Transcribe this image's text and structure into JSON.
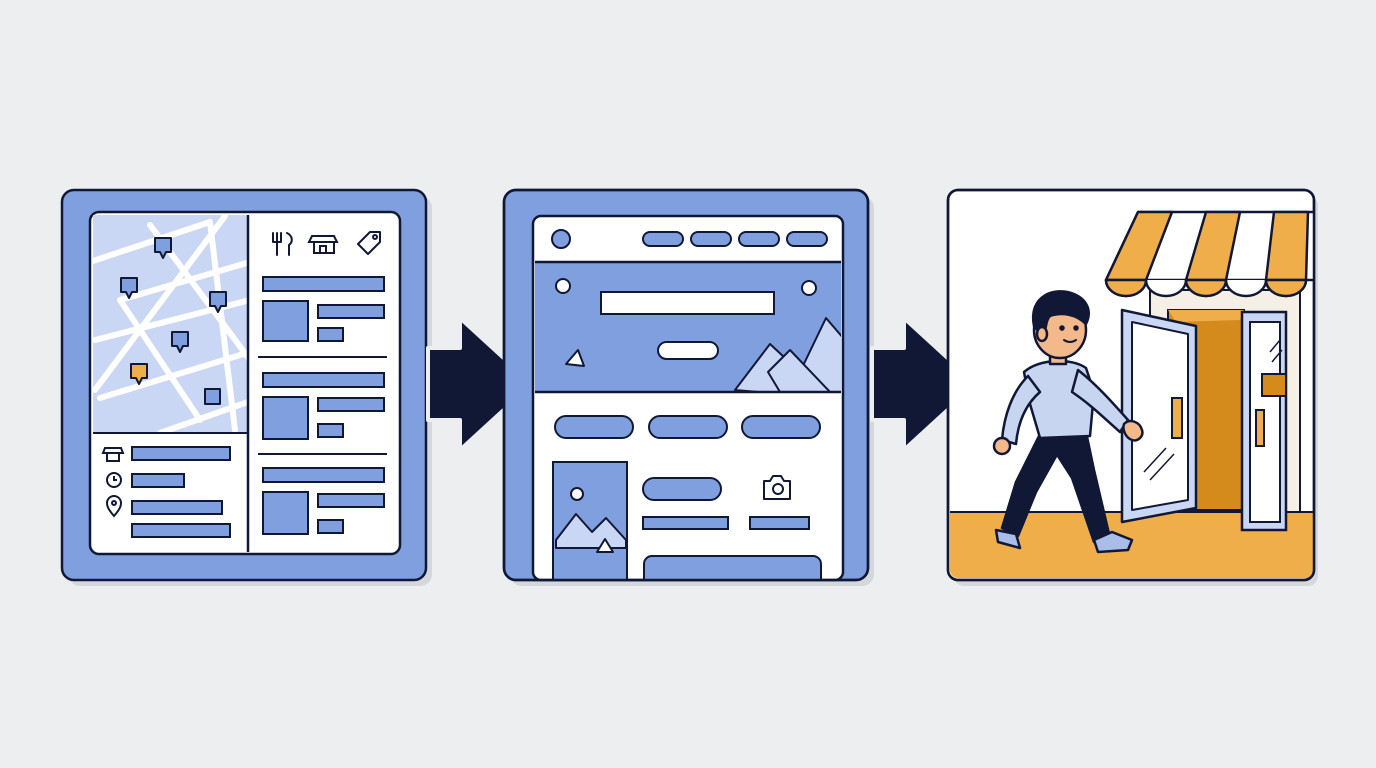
{
  "diagram": {
    "steps": [
      {
        "id": "search",
        "icons": [
          "restaurant-icon",
          "store-icon",
          "tag-icon",
          "clock-icon",
          "location-pin-icon",
          "map-pin-icon"
        ]
      },
      {
        "id": "website",
        "icons": [
          "camera-icon",
          "image-icon",
          "mountain-icon"
        ]
      },
      {
        "id": "visit",
        "icons": [
          "awning-icon",
          "door-icon",
          "person-icon"
        ]
      }
    ],
    "connectors": 2,
    "colors": {
      "background": "#eceeef",
      "panel_blue": "#7f9fdf",
      "light_blue": "#c9d7f4",
      "outline": "#111836",
      "white": "#ffffff",
      "accent_orange": "#efae4a",
      "dark_orange": "#d58a1c",
      "skin": "#f3b98a",
      "shirt": "#c7d5f1"
    },
    "highlighted_pin_color": "#efae4a"
  }
}
